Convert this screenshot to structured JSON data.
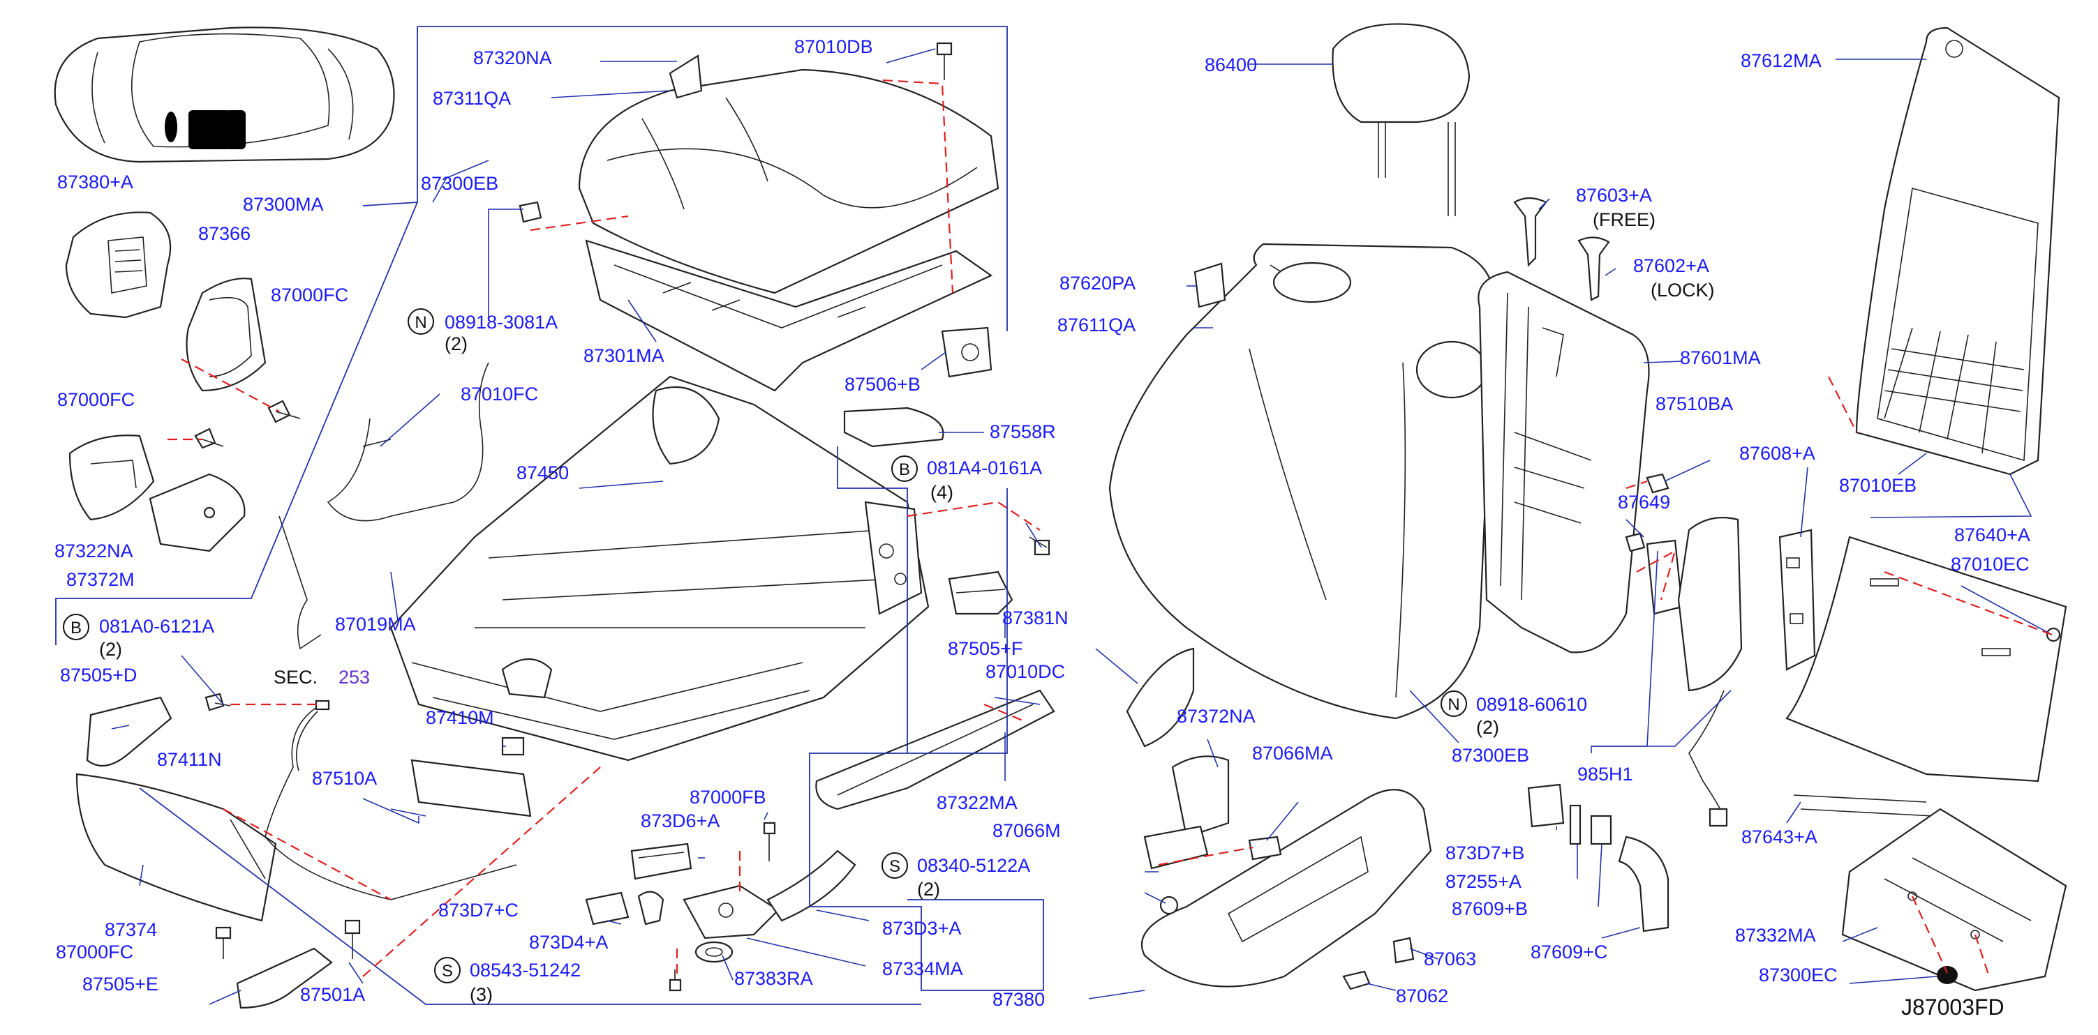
{
  "diagram": {
    "code": "J87003FD",
    "sec_label": "SEC.",
    "sec_number": "253",
    "labels": [
      {
        "id": "l1",
        "text": "87380+A"
      },
      {
        "id": "l2",
        "text": "87366"
      },
      {
        "id": "l3",
        "text": "87000FC"
      },
      {
        "id": "l4",
        "text": "87000FC"
      },
      {
        "id": "l5",
        "text": "87322NA"
      },
      {
        "id": "l6",
        "text": "87372M"
      },
      {
        "id": "l7",
        "text": "87300MA"
      },
      {
        "id": "l8",
        "text": "87320NA"
      },
      {
        "id": "l9",
        "text": "87311QA"
      },
      {
        "id": "l10",
        "text": "87300EB"
      },
      {
        "id": "l11",
        "text": "08918-3081A"
      },
      {
        "id": "l12",
        "text": "(2)"
      },
      {
        "id": "l13",
        "text": "87301MA"
      },
      {
        "id": "l14",
        "text": "87010DB"
      },
      {
        "id": "l15",
        "text": "87506+B"
      },
      {
        "id": "l16",
        "text": "87558R"
      },
      {
        "id": "l17",
        "text": "081A4-0161A"
      },
      {
        "id": "l18",
        "text": "(4)"
      },
      {
        "id": "l19",
        "text": "87010FC"
      },
      {
        "id": "l20",
        "text": "87450"
      },
      {
        "id": "l21",
        "text": "87019MA"
      },
      {
        "id": "l22",
        "text": "081A0-6121A"
      },
      {
        "id": "l23",
        "text": "(2)"
      },
      {
        "id": "l24",
        "text": "87505+D"
      },
      {
        "id": "l25",
        "text": "87411N"
      },
      {
        "id": "l26",
        "text": "87410M"
      },
      {
        "id": "l27",
        "text": "87510A"
      },
      {
        "id": "l28",
        "text": "87505+F"
      },
      {
        "id": "l29",
        "text": "87010DC"
      },
      {
        "id": "l30",
        "text": "87322MA"
      },
      {
        "id": "l31",
        "text": "87000FB"
      },
      {
        "id": "l32",
        "text": "873D6+A"
      },
      {
        "id": "l33",
        "text": "08340-5122A"
      },
      {
        "id": "l34",
        "text": "(2)"
      },
      {
        "id": "l35",
        "text": "873D7+C"
      },
      {
        "id": "l36",
        "text": "873D4+A"
      },
      {
        "id": "l37",
        "text": "873D3+A"
      },
      {
        "id": "l38",
        "text": "87334MA"
      },
      {
        "id": "l39",
        "text": "87374"
      },
      {
        "id": "l40",
        "text": "87000FC"
      },
      {
        "id": "l41",
        "text": "87505+E"
      },
      {
        "id": "l42",
        "text": "87501A"
      },
      {
        "id": "l43",
        "text": "08543-51242"
      },
      {
        "id": "l44",
        "text": "(3)"
      },
      {
        "id": "l45",
        "text": "87383RA"
      },
      {
        "id": "l46",
        "text": "87380"
      },
      {
        "id": "l47",
        "text": "86400"
      },
      {
        "id": "l48",
        "text": "87620PA"
      },
      {
        "id": "l49",
        "text": "87611QA"
      },
      {
        "id": "l50",
        "text": "87603+A"
      },
      {
        "id": "l51",
        "text": "(FREE)"
      },
      {
        "id": "l52",
        "text": "87602+A"
      },
      {
        "id": "l53",
        "text": "(LOCK)"
      },
      {
        "id": "l54",
        "text": "87601MA"
      },
      {
        "id": "l55",
        "text": "87510BA"
      },
      {
        "id": "l56",
        "text": "87649"
      },
      {
        "id": "l57",
        "text": "87381N"
      },
      {
        "id": "l58",
        "text": "87372NA"
      },
      {
        "id": "l59",
        "text": "87066MA"
      },
      {
        "id": "l60",
        "text": "87066M"
      },
      {
        "id": "l61",
        "text": "08918-60610"
      },
      {
        "id": "l62",
        "text": "(2)"
      },
      {
        "id": "l63",
        "text": "87300EB"
      },
      {
        "id": "l64",
        "text": "985H1"
      },
      {
        "id": "l65",
        "text": "873D7+B"
      },
      {
        "id": "l66",
        "text": "87255+A"
      },
      {
        "id": "l67",
        "text": "87609+B"
      },
      {
        "id": "l68",
        "text": "87609+C"
      },
      {
        "id": "l69",
        "text": "87063"
      },
      {
        "id": "l70",
        "text": "87062"
      },
      {
        "id": "l71",
        "text": "87612MA"
      },
      {
        "id": "l72",
        "text": "87608+A"
      },
      {
        "id": "l73",
        "text": "87010EB"
      },
      {
        "id": "l74",
        "text": "87640+A"
      },
      {
        "id": "l75",
        "text": "87010EC"
      },
      {
        "id": "l76",
        "text": "87643+A"
      },
      {
        "id": "l77",
        "text": "87332MA"
      },
      {
        "id": "l78",
        "text": "87300EC"
      }
    ],
    "circled": [
      {
        "id": "c1",
        "text": "N"
      },
      {
        "id": "c2",
        "text": "B"
      },
      {
        "id": "c3",
        "text": "B"
      },
      {
        "id": "c4",
        "text": "S"
      },
      {
        "id": "c5",
        "text": "S"
      },
      {
        "id": "c6",
        "text": "N"
      }
    ]
  }
}
